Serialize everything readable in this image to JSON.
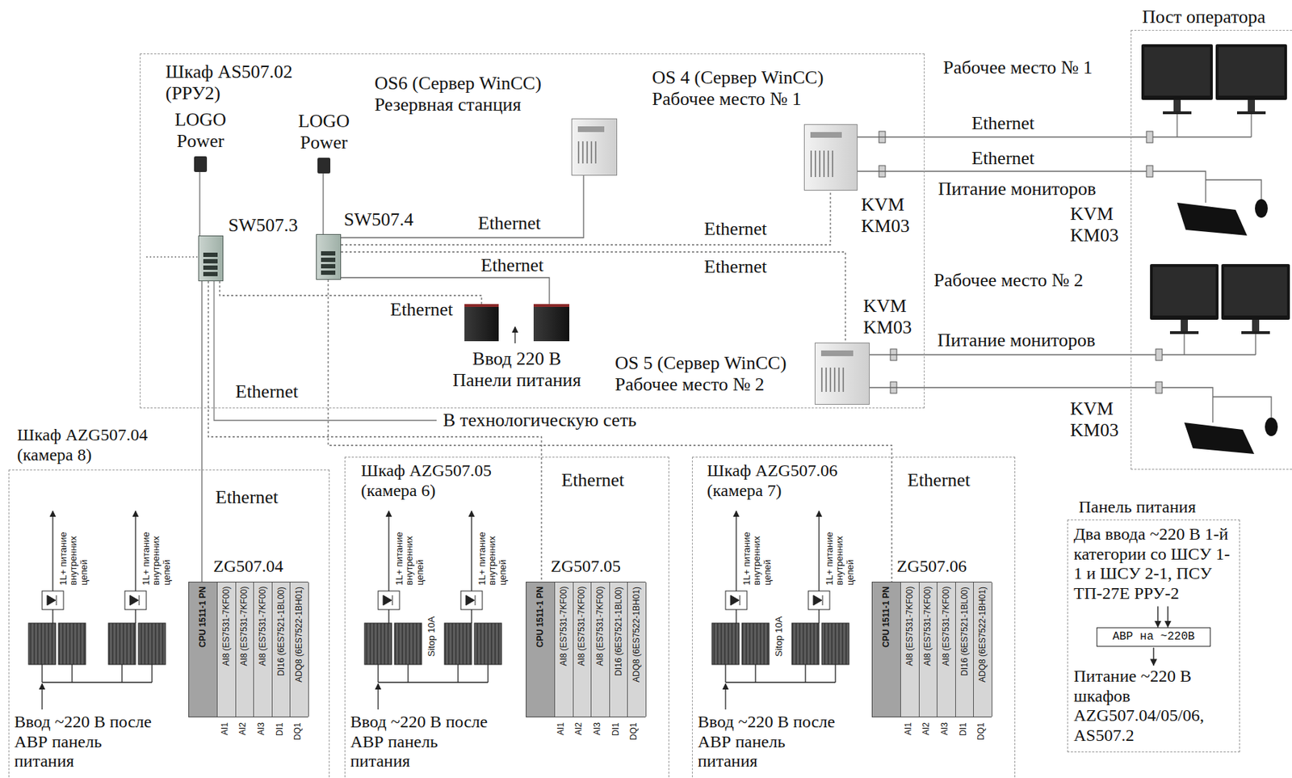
{
  "diagram": {
    "nodes": [
      {
        "text": [
          "Шкаф AS507.02 (РРУ2)"
        ]
      },
      {
        "text": [
          "LOGO Power"
        ],
        "in": 0
      },
      {
        "text": [
          "LOGO Power"
        ],
        "in": 0
      },
      {
        "text": [
          "SW507.3"
        ],
        "in": 0
      },
      {
        "text": [
          "SW507.4"
        ],
        "in": 0
      },
      {
        "text": [
          "OS6 (Сервер WinCC) Резервная станция"
        ],
        "in": 0
      },
      {
        "text": [
          "OS 4 (Сервер WinCC) Рабочее место № 1"
        ],
        "in": 0
      },
      {
        "text": [
          "Ввод 220 В Панели питания"
        ],
        "in": 0
      },
      {
        "text": [
          "OS 5 (Сервер WinCC) Рабочее место № 2"
        ],
        "in": 0
      },
      {
        "text": [
          "Пост оператора"
        ]
      },
      {
        "text": [
          "Шкаф AZG507.04 (камера 8)"
        ]
      },
      {
        "text": [
          "ZG507.04",
          "CPU 1511-1 PN",
          "AI8 (ES7531-7KF00)",
          "AI8 (ES7531-7KF00)",
          "AI8 (ES7531-7KF00)",
          "DI16 (6ES7521-1BL00)",
          "ADQ8 (6ES7522-1BH01)"
        ],
        "in": 10
      },
      {
        "text": [
          "Шкаф AZG507.05 (камера 6)"
        ]
      },
      {
        "text": [
          "ZG507.05",
          "CPU 1511-1 PN",
          "AI8 (ES7531-7KF00)",
          "AI8 (ES7531-7KF00)",
          "AI8 (ES7531-7KF00)",
          "DI16 (6ES7521-1BL00)",
          "ADQ8 (6ES7522-1BH01)"
        ],
        "in": 12
      },
      {
        "text": [
          "Шкаф AZG507.06 (камера 7)"
        ]
      },
      {
        "text": [
          "ZG507.06",
          "CPU 1511-1 PN",
          "AI8 (ES7531-7KF00)",
          "AI8 (ES7531-7KF00)",
          "AI8 (ES7531-7KF00)",
          "DI16 (6ES7521-1BL00)",
          "ADQ8 (6ES7522-1BH01)"
        ],
        "in": 14
      },
      {
        "text": [
          "Панель питания",
          "Два ввода ~220 В 1-й категории со ШСУ 1-1 и ШСУ 2-1, ПСУ ТП-27Е РРУ-2",
          "Питание ~220 В шкафов AZG507.04/05/06, AS507.2"
        ]
      },
      {
        "text": [
          "АВР на ~220В"
        ],
        "in": 16
      }
    ],
    "edges": [
      {
        "from": 1,
        "to": 3,
        "arrow": "none"
      },
      {
        "from": 2,
        "to": 4,
        "arrow": "none"
      },
      {
        "from": 4,
        "to": 5,
        "label": "Ethernet",
        "arrow": "none"
      },
      {
        "from": 4,
        "to": 6,
        "label": "Ethernet",
        "arrow": "none"
      },
      {
        "from": 4,
        "to": 8,
        "label": "Ethernet",
        "arrow": "none"
      },
      {
        "from": 3,
        "to": 7,
        "label": "Ethernet",
        "arrow": "none"
      },
      {
        "from": 4,
        "to": 7,
        "label": "Ethernet",
        "arrow": "none"
      },
      {
        "from": 6,
        "to": 9,
        "label": "Ethernet",
        "arrow": "none"
      },
      {
        "from": 6,
        "to": 9,
        "label": "Ethernet",
        "arrow": "none"
      },
      {
        "from": 8,
        "to": 9,
        "arrow": "none"
      },
      {
        "from": 8,
        "to": 9,
        "arrow": "none"
      },
      {
        "from": 3,
        "to": 11,
        "label": "Ethernet",
        "arrow": "none"
      },
      {
        "from": 3,
        "to": 13,
        "label": "Ethernet",
        "arrow": "none"
      },
      {
        "from": 4,
        "to": 15,
        "label": "Ethernet",
        "arrow": "none"
      }
    ],
    "labels": [
      "Рабочее место № 1",
      "KVM KM03",
      "Питание мониторов",
      "KVM KM03",
      "Рабочее место № 2",
      "KVM KM03",
      "Питание мониторов",
      "KVM KM03",
      "Ethernet",
      "В технологическую сеть",
      "1L+ питание внутренних цепей",
      "1L+ питание внутренних цепей",
      "Ввод ~220 В после АВР панель питания",
      "AI1",
      "AI2",
      "AI3",
      "DI1",
      "DQ1",
      "1L+ питание внутренних цепей",
      "1L+ питание внутренних цепей",
      "Sitop 10A",
      "Ввод ~220 В после АВР панель питания",
      "AI1",
      "AI2",
      "AI3",
      "DI1",
      "DQ1",
      "1L+ питание внутренних цепей",
      "1L+ питание внутренних цепей",
      "Sitop 10A",
      "Ввод ~220 В после АВР панель питания",
      "AI1",
      "AI2",
      "AI3",
      "DI1",
      "DQ1"
    ]
  }
}
